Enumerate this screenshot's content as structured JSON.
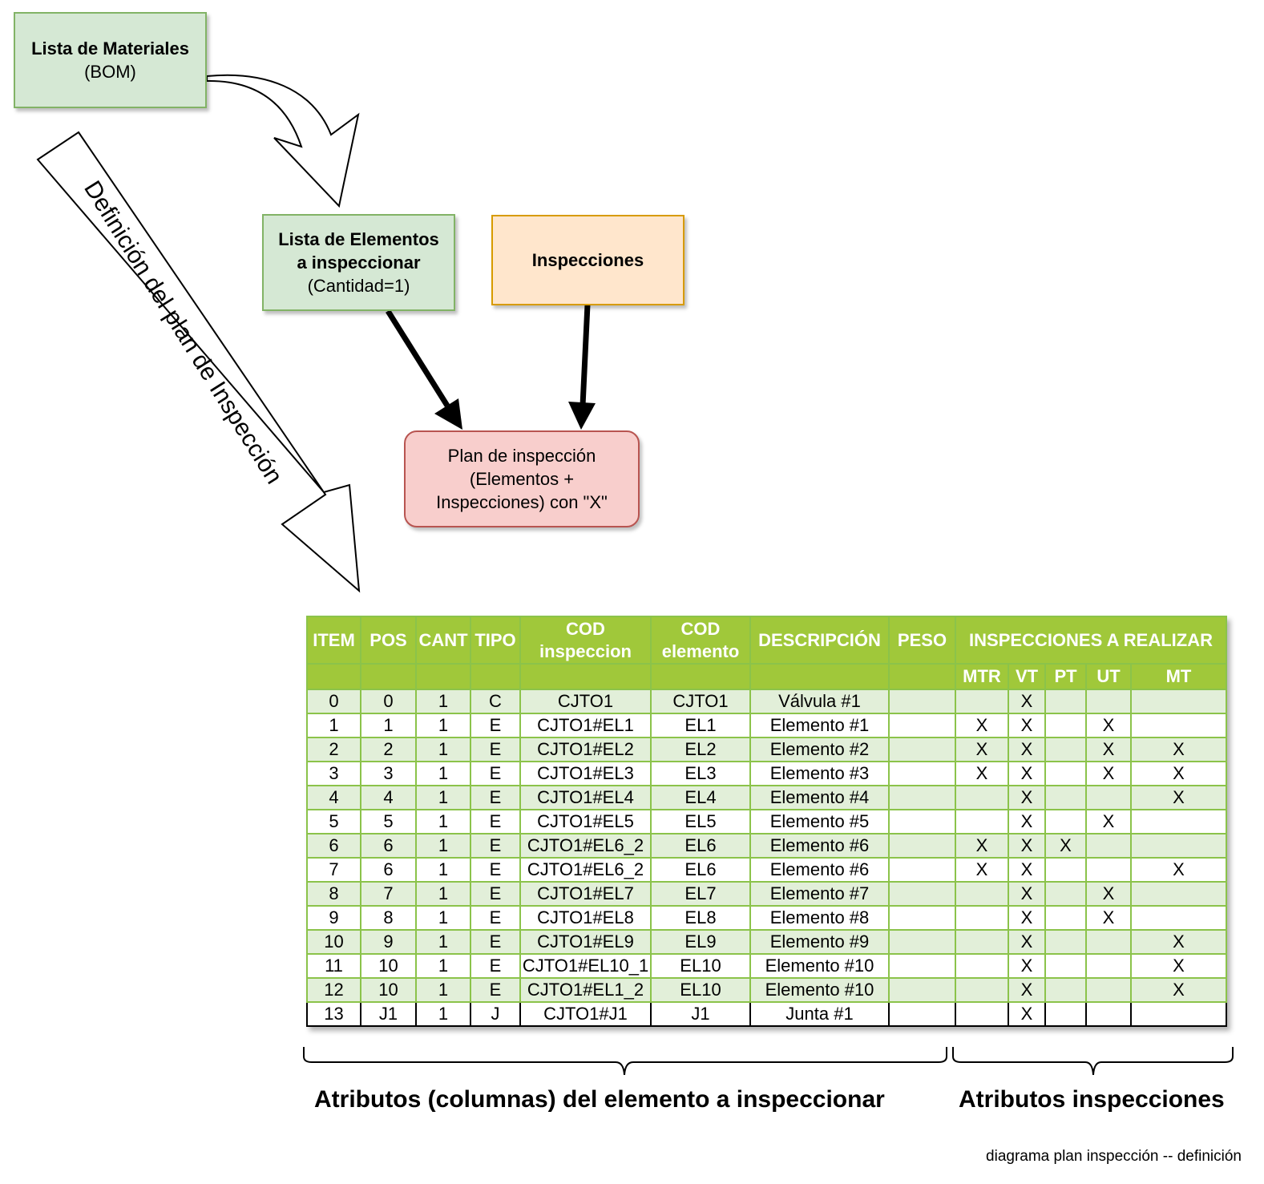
{
  "nodes": {
    "bom": {
      "title": "Lista de Materiales",
      "sub": "(BOM)"
    },
    "elements": {
      "title_line1": "Lista de Elementos",
      "title_line2": "a inspeccionar",
      "sub": "(Cantidad=1)"
    },
    "inspections": {
      "title": "Inspecciones"
    },
    "plan": {
      "line1": "Plan de inspección",
      "line2": "(Elementos +",
      "line3": "Inspecciones) con \"X\""
    }
  },
  "arrow_label": "Definición del plan de Inspección",
  "table": {
    "headers": [
      "ITEM",
      "POS",
      "CANT",
      "TIPO",
      "COD inspeccion",
      "COD elemento",
      "DESCRIPCIÓN",
      "PESO"
    ],
    "header_cod_insp": [
      "COD",
      "inspeccion"
    ],
    "header_cod_elem": [
      "COD",
      "elemento"
    ],
    "group_header": "INSPECCIONES A REALIZAR",
    "sub_headers": [
      "MTR",
      "VT",
      "PT",
      "UT",
      "MT"
    ],
    "rows": [
      [
        "0",
        "0",
        "1",
        "C",
        "CJTO1",
        "CJTO1",
        "Válvula #1",
        "",
        "",
        "X",
        "",
        "",
        ""
      ],
      [
        "1",
        "1",
        "1",
        "E",
        "CJTO1#EL1",
        "EL1",
        "Elemento #1",
        "",
        "X",
        "X",
        "",
        "X",
        ""
      ],
      [
        "2",
        "2",
        "1",
        "E",
        "CJTO1#EL2",
        "EL2",
        "Elemento #2",
        "",
        "X",
        "X",
        "",
        "X",
        "X"
      ],
      [
        "3",
        "3",
        "1",
        "E",
        "CJTO1#EL3",
        "EL3",
        "Elemento #3",
        "",
        "X",
        "X",
        "",
        "X",
        "X"
      ],
      [
        "4",
        "4",
        "1",
        "E",
        "CJTO1#EL4",
        "EL4",
        "Elemento #4",
        "",
        "",
        "X",
        "",
        "",
        "X"
      ],
      [
        "5",
        "5",
        "1",
        "E",
        "CJTO1#EL5",
        "EL5",
        "Elemento #5",
        "",
        "",
        "X",
        "",
        "X",
        ""
      ],
      [
        "6",
        "6",
        "1",
        "E",
        "CJTO1#EL6_2",
        "EL6",
        "Elemento #6",
        "",
        "X",
        "X",
        "X",
        "",
        ""
      ],
      [
        "7",
        "6",
        "1",
        "E",
        "CJTO1#EL6_2",
        "EL6",
        "Elemento #6",
        "",
        "X",
        "X",
        "",
        "",
        "X"
      ],
      [
        "8",
        "7",
        "1",
        "E",
        "CJTO1#EL7",
        "EL7",
        "Elemento #7",
        "",
        "",
        "X",
        "",
        "X",
        ""
      ],
      [
        "9",
        "8",
        "1",
        "E",
        "CJTO1#EL8",
        "EL8",
        "Elemento #8",
        "",
        "",
        "X",
        "",
        "X",
        ""
      ],
      [
        "10",
        "9",
        "1",
        "E",
        "CJTO1#EL9",
        "EL9",
        "Elemento #9",
        "",
        "",
        "X",
        "",
        "",
        "X"
      ],
      [
        "11",
        "10",
        "1",
        "E",
        "CJTO1#EL10_1",
        "EL10",
        "Elemento #10",
        "",
        "",
        "X",
        "",
        "",
        "X"
      ],
      [
        "12",
        "10",
        "1",
        "E",
        "CJTO1#EL1_2",
        "EL10",
        "Elemento #10",
        "",
        "",
        "X",
        "",
        "",
        "X"
      ],
      [
        "13",
        "J1",
        "1",
        "J",
        "CJTO1#J1",
        "J1",
        "Junta #1",
        "",
        "",
        "X",
        "",
        "",
        ""
      ]
    ]
  },
  "captions": {
    "left": "Atributos (columnas)  del elemento a inspeccionar",
    "right": "Atributos inspecciones"
  },
  "footer": "diagrama plan inspección -- definición",
  "colors": {
    "header_green": "#a0c83a",
    "row_alt": "#e2efd9",
    "grid_green": "#8bc34a",
    "node_green": "#d5e8d4",
    "node_orange": "#ffe6cc",
    "node_red": "#f8cecc"
  }
}
